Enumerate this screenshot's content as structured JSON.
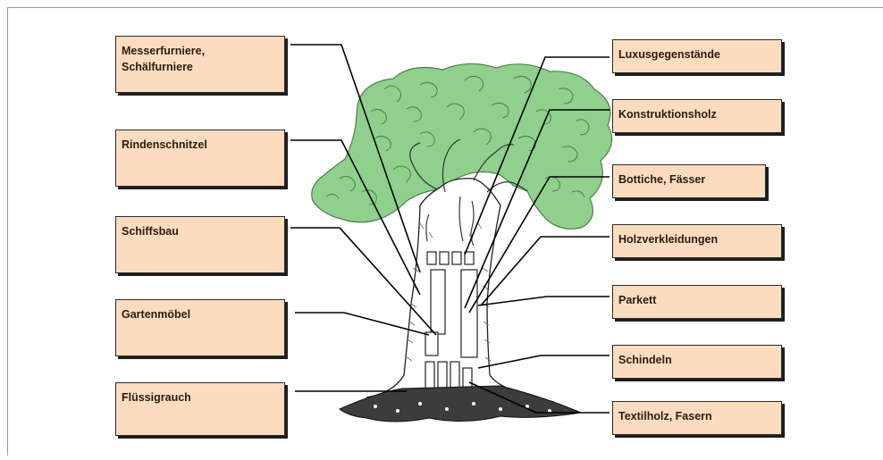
{
  "diagram": {
    "left_labels": [
      "Messerfurniere,\nSchälfurniere",
      "Rindenschnitzel",
      "Schiffsbau",
      "Gartenmöbel",
      "Flüssigrauch"
    ],
    "right_labels": [
      "Luxusgegenstände",
      "Konstruktionsholz",
      "Bottiche, Fässer",
      "Holzverkleidungen",
      "Parkett",
      "Schindeln",
      "Textilholz, Fasern"
    ],
    "colors": {
      "box_fill": "#fcdcbf",
      "crown": "#8fd08c",
      "lines": "#000000"
    }
  }
}
